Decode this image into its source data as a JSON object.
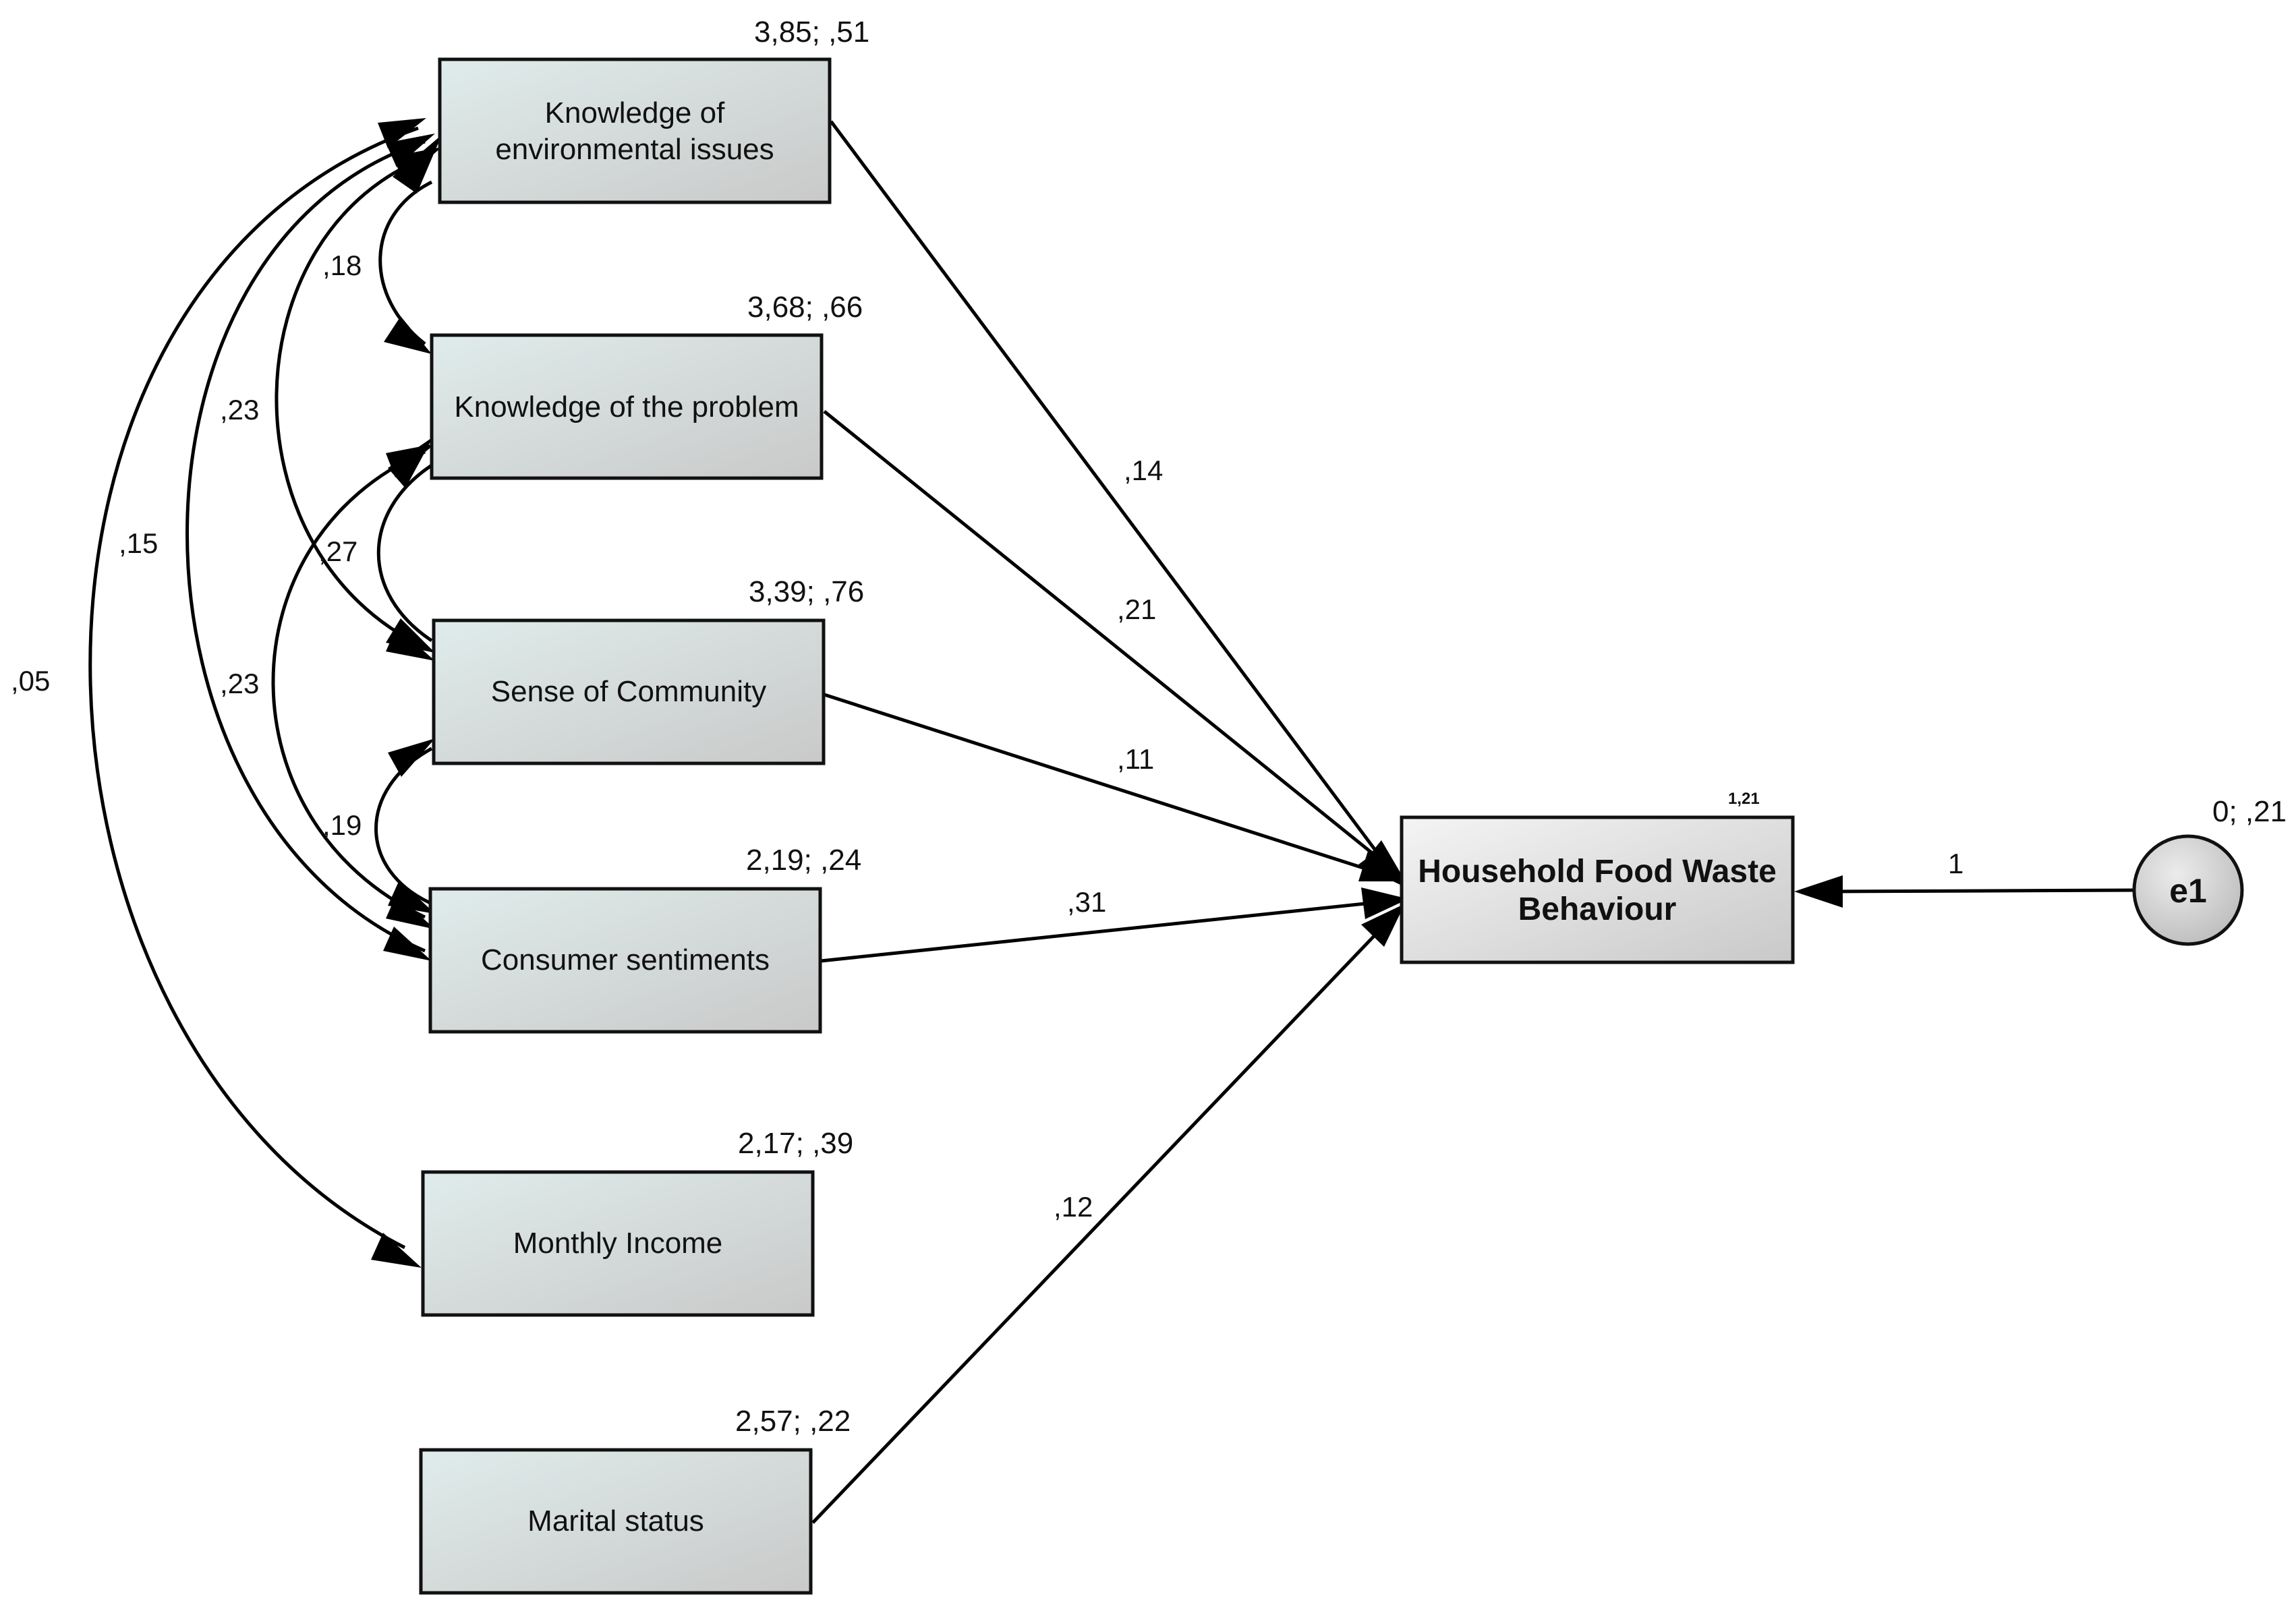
{
  "predictors": [
    {
      "id": "kei",
      "lines": [
        "Knowledge of",
        "environmental issues"
      ],
      "stats": "3,85; ,51"
    },
    {
      "id": "kp",
      "lines": [
        "Knowledge of the problem"
      ],
      "stats": "3,68; ,66"
    },
    {
      "id": "sc",
      "lines": [
        "Sense of Community"
      ],
      "stats": "3,39; ,76"
    },
    {
      "id": "cs",
      "lines": [
        "Consumer sentiments"
      ],
      "stats": "2,19; ,24"
    },
    {
      "id": "mi",
      "lines": [
        "Monthly Income"
      ],
      "stats": "2,17; ,39"
    },
    {
      "id": "ms",
      "lines": [
        "Marital status"
      ],
      "stats": "2,57; ,22"
    }
  ],
  "outcome": {
    "lines": [
      "Household Food Waste",
      "Behaviour"
    ],
    "intercept": "1,21"
  },
  "error": {
    "label": "e1",
    "stats": "0; ,21",
    "path_weight": "1"
  },
  "regression_paths": [
    {
      "from": "kei",
      "weight": ",14"
    },
    {
      "from": "kp",
      "weight": ",21"
    },
    {
      "from": "sc",
      "weight": ",11"
    },
    {
      "from": "cs",
      "weight": ",31"
    },
    {
      "from": "ms",
      "weight": ",12"
    }
  ],
  "covariances": [
    {
      "between": [
        "kei",
        "kp"
      ],
      "value": ",18"
    },
    {
      "between": [
        "kp",
        "sc"
      ],
      "value": ",27"
    },
    {
      "between": [
        "sc",
        "cs"
      ],
      "value": ",19"
    },
    {
      "between": [
        "kei",
        "sc"
      ],
      "value": ",23"
    },
    {
      "between": [
        "kp",
        "cs"
      ],
      "value": ",23"
    },
    {
      "between": [
        "kei",
        "cs"
      ],
      "value": ",15"
    },
    {
      "between": [
        "kei",
        "mi"
      ],
      "value": ",05"
    }
  ]
}
